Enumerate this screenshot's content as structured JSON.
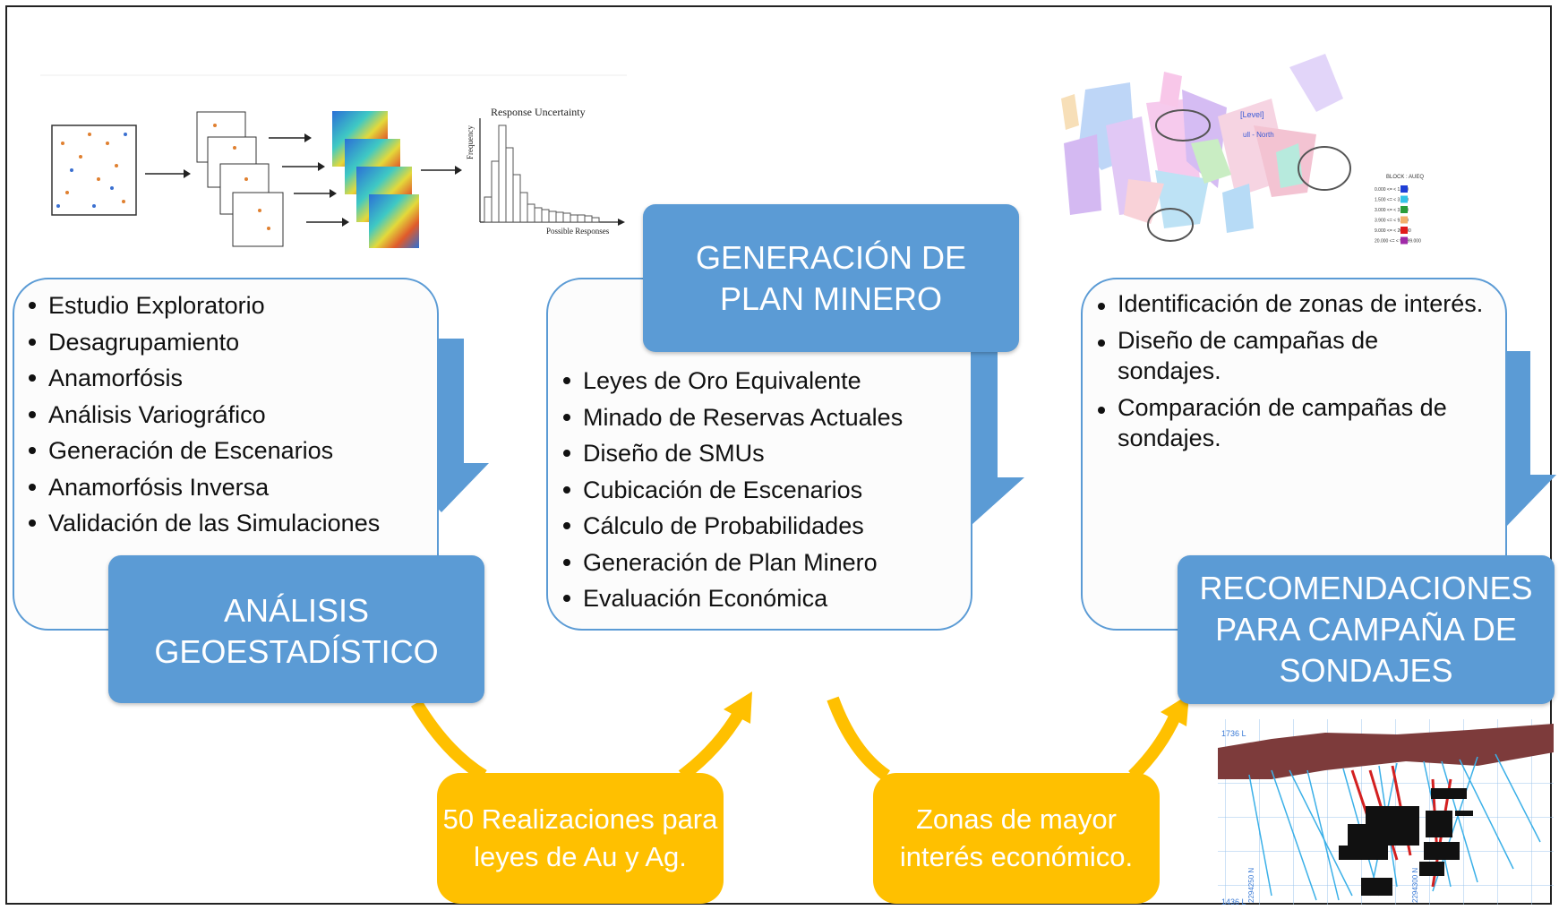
{
  "colors": {
    "blue": "#5b9bd5",
    "yellow": "#ffc000",
    "panel_border": "#5b9bd5"
  },
  "left": {
    "title": "ANÁLISIS\nGEOESTADÍSTICO",
    "items": [
      "Estudio Exploratorio",
      "Desagrupamiento",
      "Anamorfósis",
      "Análisis Variográfico",
      "Generación de Escenarios",
      "Anamorfósis Inversa",
      "Validación de las Simulaciones"
    ]
  },
  "middle": {
    "title": "GENERACIÓN DE\nPLAN MINERO",
    "items": [
      "Leyes de Oro Equivalente",
      "Minado de Reservas Actuales",
      "Diseño de SMUs",
      "Cubicación de Escenarios",
      "Cálculo de Probabilidades",
      "Generación de Plan Minero",
      "Evaluación Económica"
    ]
  },
  "right": {
    "title": "RECOMENDACIONES\nPARA CAMPAÑA DE\nSONDAJES",
    "items": [
      "Identificación de zonas de interés.",
      "Diseño de campañas de sondajes.",
      "Comparación de campañas de sondajes."
    ]
  },
  "connectors": {
    "first": "50 Realizaciones para\nleyes de Au y Ag.",
    "second": "Zonas de mayor\ninterés económico."
  },
  "histogram": {
    "title": "Response Uncertainty",
    "ylabel": "Frequency",
    "xlabel": "Possible Responses"
  },
  "block_map": {
    "level_label": "[Level]",
    "north_label": "ull - North",
    "legend_title": "BLOCK : AUEQ",
    "legend": [
      {
        "range": "0.000 <= < 1.500",
        "color": "#1f3fd6"
      },
      {
        "range": "1.500 <= < 3.000",
        "color": "#33c3e8"
      },
      {
        "range": "3.000 <= < 3.900",
        "color": "#2a9d3a"
      },
      {
        "range": "3.900 <= < 9.000",
        "color": "#f2b06b"
      },
      {
        "range": "9.000 <= < 20.000",
        "color": "#e11b1b"
      },
      {
        "range": "20.000 <= < 99999.000",
        "color": "#a02aa8"
      }
    ]
  },
  "section_view": {
    "label_top": "1736 L",
    "label_bottom": "1436 L",
    "label_x1": "2294250 N",
    "label_x2": "2294300 N"
  }
}
